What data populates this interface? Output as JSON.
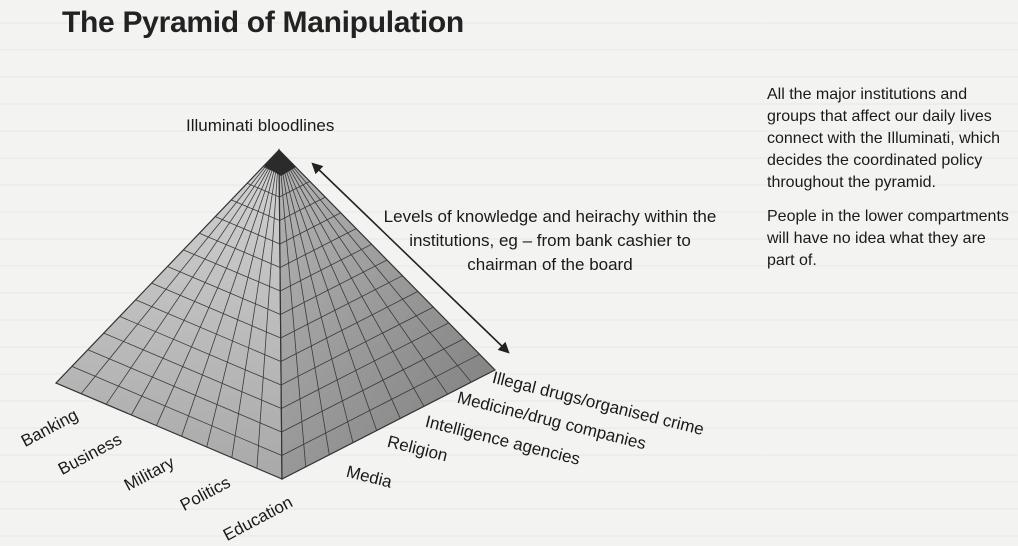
{
  "title": "The Pyramid of Manipulation",
  "apex_label": "Illuminati bloodlines",
  "levels_note": "Levels of knowledge and heirachy within the institutions, eg – from bank cashier to chairman of the board",
  "side_note": {
    "paragraph1": "All the major institutions and groups that affect our daily lives connect with the Illuminati, which decides the coordinated policy throughout the pyramid.",
    "paragraph2": "People in the lower compartments will have no idea what they are part of."
  },
  "left_face_labels": [
    "Banking",
    "Business",
    "Military",
    "Politics",
    "Education"
  ],
  "right_face_labels": [
    "Illegal drugs/organised crime",
    "Medicine/drug companies",
    "Intelligence agencies",
    "Religion",
    "Media"
  ],
  "colors": {
    "left_face": "#b9b9b9",
    "right_face": "#8f8f8f",
    "apex": "#2b2b2b",
    "lines": "#333333"
  }
}
